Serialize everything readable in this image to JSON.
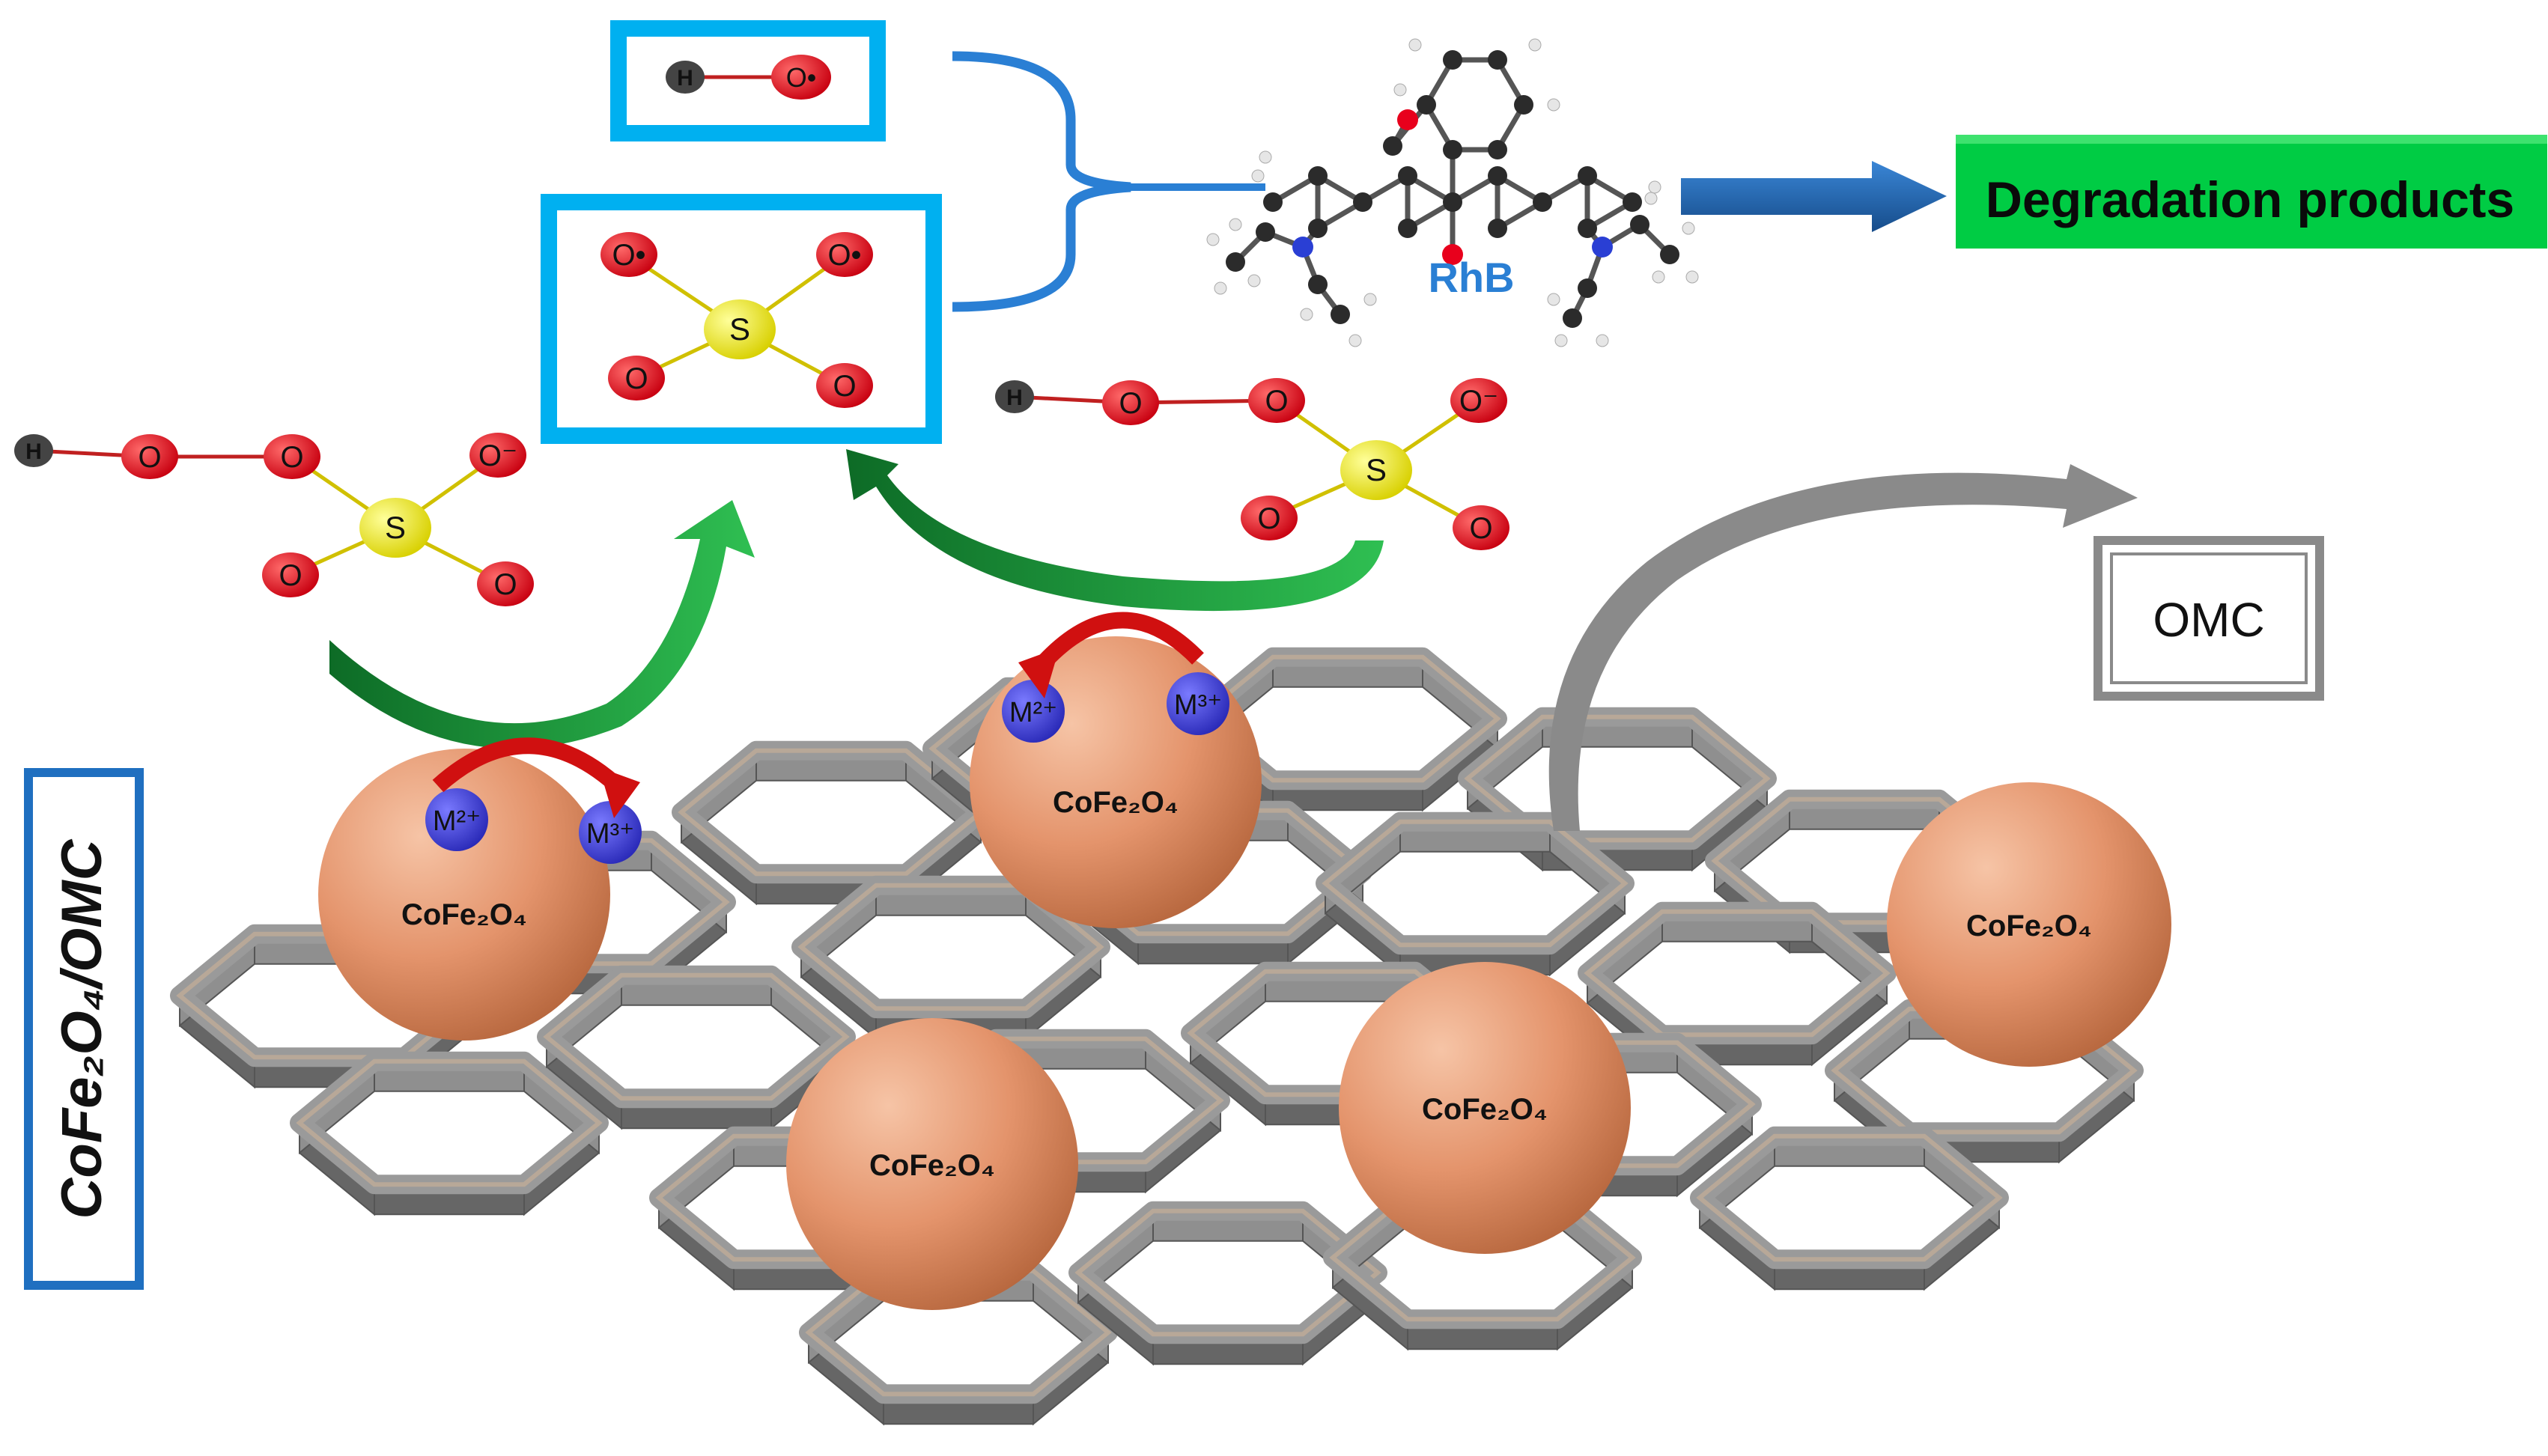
{
  "title": "",
  "labels": {
    "product": "Degradation products",
    "rhb": "RhB",
    "omc": "OMC",
    "side": "CoFe₂O₄/OMC",
    "particle": "CoFe₂O₄",
    "m2": "M²⁺",
    "m3": "M³⁺",
    "sulfur": "S",
    "hydrogen": "H",
    "oxygen": "O",
    "oxygen_radical": "O•",
    "oxygen_minus": "O⁻"
  },
  "colors": {
    "radical_box": "#00b0f0",
    "product_bar": "#00cc44",
    "arrow_blue": "#1f5fa8",
    "bracket_blue": "#2a7fd4",
    "rhb_text": "#2a7fd4",
    "oxygen": "#e8001c",
    "sulfur": "#f5f000",
    "hydrogen": "#444444",
    "particle": "#e4946c",
    "metal_ion": "#3b3be0",
    "green_arrow": "#1a9e3a",
    "red_arrow": "#d01010",
    "gray_arrow": "#8a8a8a",
    "lattice": "#7d7d7d",
    "side_box": "#1f6fc0"
  }
}
